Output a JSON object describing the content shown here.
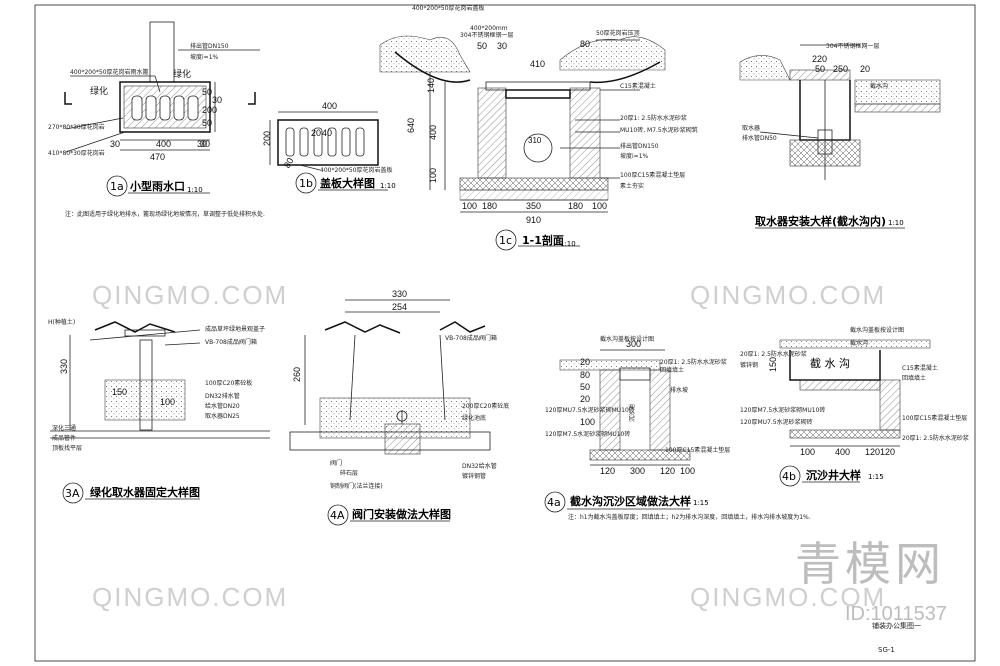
{
  "details": {
    "d1a": {
      "tag": "1a",
      "title": "小型雨水口",
      "scale": "1:10",
      "labels": [
        "排出管DN150",
        "坡度i=1%",
        "400*200*50厚花岗岩雨水篦",
        "绿化",
        "绿化",
        "270*80*30厚花岗岩",
        "410*80*30厚花岗岩"
      ],
      "dims": [
        "30",
        "400",
        "30",
        "470",
        "50",
        "200",
        "50",
        "30",
        "30"
      ],
      "note": "注：此图适用于绿化地排水，篦现场绿化地坡情况，草调整于低处排积水处."
    },
    "d1b": {
      "tag": "1b",
      "title": "盖板大样图",
      "scale": "1:10",
      "labels": [
        "400*200*50厚花岗岩盖板"
      ],
      "dims": [
        "400",
        "200",
        "80",
        "20",
        "40"
      ]
    },
    "d1c": {
      "tag": "1c",
      "title": "1-1剖面",
      "scale": "1:10",
      "labels": [
        "400*200*50厚花岗岩盖板",
        "400*200mm",
        "304不锈钢框钢一层",
        "50厚花岗岩压顶",
        "C15素混凝土",
        "20厚1: 2.5防水水泥砂浆",
        "MU10砖, M7.5水泥砂浆砌筑",
        "排出管DN150",
        "坡度i=1%",
        "100厚C15素混凝土垫层",
        "素土夯实"
      ],
      "dims": [
        "50",
        "30",
        "410",
        "80",
        "140",
        "640",
        "400",
        "100",
        "310",
        "100",
        "180",
        "350",
        "180",
        "100",
        "910"
      ]
    },
    "d1d": {
      "tag": "",
      "title": "取水器安装大样(截水沟内)",
      "scale": "1:10",
      "labels": [
        "304不锈钢框网一层",
        "截水沟",
        "取水器",
        "排水管DN50"
      ],
      "dims": [
        "220",
        "50",
        "250",
        "20"
      ]
    },
    "d3a": {
      "tag": "3A",
      "title": "绿化取水器固定大样图",
      "scale": "",
      "labels": [
        "H(种植土)",
        "成品草坪绿地景观盖子",
        "VB-708成品阀门箱",
        "100厚C20素砼板",
        "DN32排水管",
        "给水管DN20",
        "取水器DN25",
        "150",
        "深化三通",
        "成品管件",
        "顶板找平层"
      ],
      "dims": [
        "330",
        "100"
      ]
    },
    "d4a_valve": {
      "tag": "4A",
      "title": "阀门安装做法大样图",
      "scale": "",
      "labels": [
        "VB-708成品阀门箱",
        "200厚C20素砼底",
        "绿化池底",
        "DN32给水管",
        "镀锌钢管",
        "阀门",
        "碎石层",
        "铜制阀门(法兰连接)"
      ],
      "dims": [
        "330",
        "254",
        "260"
      ]
    },
    "d4a": {
      "tag": "4a",
      "title": "截水沟沉沙区域做法大样",
      "scale": "1:15",
      "labels": [
        "截水沟盖板按设计图",
        "20厚1: 2.5防水水泥砂浆",
        "回填填土",
        "120厚MU7.5水泥砂浆砌MU10砖",
        "120厚M7.5水泥砂浆砌MU10砖",
        "100厚C15素混凝土垫层",
        "排水坡",
        "沉沙池"
      ],
      "dims": [
        "300",
        "20",
        "80",
        "50",
        "20",
        "100",
        "120",
        "300",
        "120",
        "100"
      ],
      "note": "注：h1为截水沟盖板厚度；回填填土；h2为排水沟深度，回填填土，排水沟排水坡度为1%."
    },
    "d4b": {
      "tag": "4b",
      "title": "沉沙井大样",
      "scale": "1:15",
      "labels": [
        "截水沟盖板按设计图",
        "截水沟",
        "C15素混凝土",
        "回填填土",
        "20厚1: 2.5防水水泥砂浆",
        "镀锌钢",
        "120厚M7.5水泥砂浆砌MU10砖",
        "120厚MU7.5水泥砂浆砌砖",
        "100厚C15素混凝土垫层",
        "20厚1: 2.5防水水泥砂浆"
      ],
      "dims": [
        "100",
        "150",
        "400",
        "120",
        "120"
      ],
      "section_label": "截 水 沟"
    }
  },
  "titleblock": {
    "name": "铺装办公集图一",
    "sheet": "SG-1"
  },
  "watermark": {
    "brand": "QINGMO.COM",
    "big": "青模网",
    "id": "ID:1011537"
  }
}
